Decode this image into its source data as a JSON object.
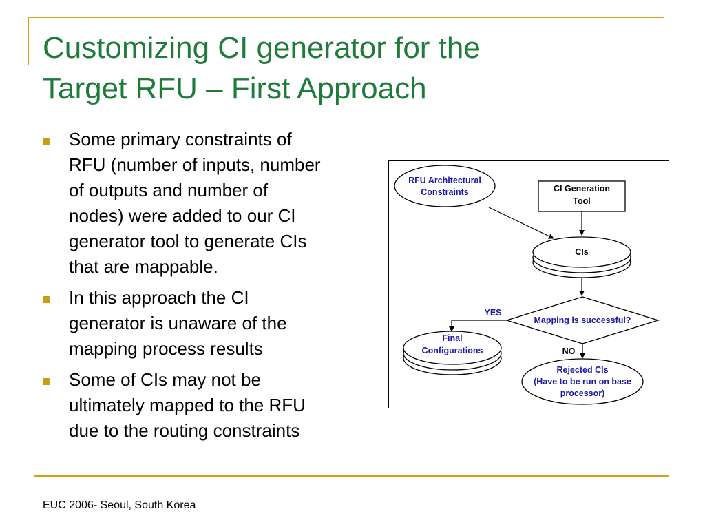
{
  "slide": {
    "title_lines": [
      "Customizing CI generator for the",
      "Target RFU – First Approach"
    ],
    "accent_color": "#d4a017",
    "title_color": "#1e7b3a",
    "bullet_color": "#c8a00f"
  },
  "bullets": [
    {
      "lines": [
        "Some primary constraints of",
        "RFU (number of inputs, number",
        "of outputs and number of",
        "nodes) were added to our CI",
        "generator tool to generate CIs",
        "that are mappable."
      ]
    },
    {
      "lines": [
        "In this approach the CI",
        "generator is unaware of the",
        "mapping process results"
      ]
    },
    {
      "lines": [
        "Some of CIs may not be",
        "ultimately mapped to the RFU",
        "due to the routing constraints"
      ]
    }
  ],
  "diagram": {
    "rfu_constraints": [
      "RFU Architectural",
      "Constraints"
    ],
    "ci_generation_tool": [
      "CI Generation",
      "Tool"
    ],
    "cis": "CIs",
    "decision": "Mapping is successful?",
    "yes_label": "YES",
    "no_label": "NO",
    "final_configurations": [
      "Final",
      "Configurations"
    ],
    "rejected_cis": [
      "Rejected CIs",
      "(Have to be run on base",
      "processor)"
    ],
    "blue_text_color": "#1a1aa6",
    "black_text_color": "#000000"
  },
  "footer": {
    "text": "EUC 2006- Seoul, South Korea"
  }
}
